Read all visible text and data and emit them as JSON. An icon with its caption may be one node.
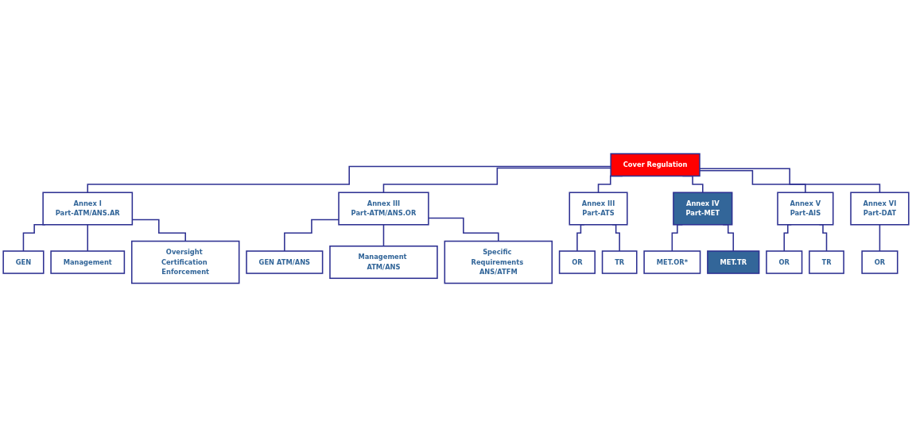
{
  "diagram": {
    "nodes": [
      {
        "text": [
          "Cover Regulation"
        ]
      },
      {
        "text": [
          "Annex I",
          "Part-ATM/ANS.AR"
        ]
      },
      {
        "text": [
          "Annex III",
          "Part-ATM/ANS.OR"
        ]
      },
      {
        "text": [
          "Annex III",
          "Part-ATS"
        ]
      },
      {
        "text": [
          "Annex IV",
          "Part-MET"
        ]
      },
      {
        "text": [
          "Annex V",
          "Part-AIS"
        ]
      },
      {
        "text": [
          "Annex VI",
          "Part-DAT"
        ]
      },
      {
        "text": [
          "GEN"
        ]
      },
      {
        "text": [
          "Management"
        ]
      },
      {
        "text": [
          "Oversight Certification Enforcement"
        ]
      },
      {
        "text": [
          "GEN ATM/ANS"
        ]
      },
      {
        "text": [
          "Management ATM/ANS"
        ]
      },
      {
        "text": [
          "Specific Requirements ANS/ATFM"
        ]
      },
      {
        "text": [
          "OR"
        ]
      },
      {
        "text": [
          "TR"
        ]
      },
      {
        "text": [
          "MET.OR*"
        ]
      },
      {
        "text": [
          "MET.TR"
        ]
      },
      {
        "text": [
          "OR"
        ]
      },
      {
        "text": [
          "TR"
        ]
      },
      {
        "text": [
          "OR"
        ]
      }
    ],
    "edges": [
      {
        "from": 0,
        "to": 1,
        "arrow": "none"
      },
      {
        "from": 0,
        "to": 2,
        "arrow": "none"
      },
      {
        "from": 0,
        "to": 3,
        "arrow": "none"
      },
      {
        "from": 0,
        "to": 4,
        "arrow": "none"
      },
      {
        "from": 0,
        "to": 5,
        "arrow": "none"
      },
      {
        "from": 0,
        "to": 6,
        "arrow": "none"
      },
      {
        "from": 1,
        "to": 7,
        "arrow": "none"
      },
      {
        "from": 1,
        "to": 8,
        "arrow": "none"
      },
      {
        "from": 1,
        "to": 9,
        "arrow": "none"
      },
      {
        "from": 2,
        "to": 10,
        "arrow": "none"
      },
      {
        "from": 2,
        "to": 11,
        "arrow": "none"
      },
      {
        "from": 2,
        "to": 12,
        "arrow": "none"
      },
      {
        "from": 3,
        "to": 13,
        "arrow": "none"
      },
      {
        "from": 3,
        "to": 14,
        "arrow": "none"
      },
      {
        "from": 4,
        "to": 15,
        "arrow": "none"
      },
      {
        "from": 4,
        "to": 16,
        "arrow": "none"
      },
      {
        "from": 5,
        "to": 17,
        "arrow": "none"
      },
      {
        "from": 5,
        "to": 18,
        "arrow": "none"
      },
      {
        "from": 6,
        "to": 19,
        "arrow": "none"
      }
    ]
  }
}
